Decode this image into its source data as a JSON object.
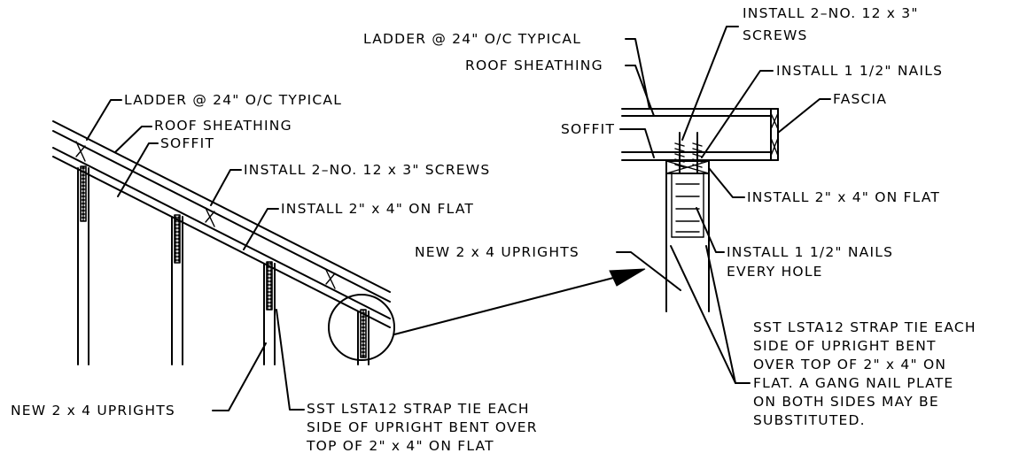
{
  "left_detail": {
    "ladder": "LADDER @ 24\" O/C TYPICAL",
    "roof_sheathing": "ROOF SHEATHING",
    "soffit": "SOFFIT",
    "screws": "INSTALL 2–NO. 12 x 3\" SCREWS",
    "flat": "INSTALL 2\" x 4\" ON FLAT",
    "uprights": "NEW 2 x 4 UPRIGHTS",
    "strap_lines": [
      "SST LSTA12 STRAP TIE EACH",
      "SIDE OF UPRIGHT BENT OVER",
      "TOP OF 2\" x 4\" ON FLAT"
    ]
  },
  "right_detail": {
    "screws_lines": [
      "INSTALL 2–NO. 12 x 3\"",
      "SCREWS"
    ],
    "ladder": "LADDER @ 24\" O/C TYPICAL",
    "roof_sheathing": "ROOF SHEATHING",
    "nails_top": "INSTALL 1 1/2\" NAILS",
    "fascia": "FASCIA",
    "soffit": "SOFFIT",
    "flat": "INSTALL 2\" x 4\" ON FLAT",
    "uprights": "NEW 2 x 4 UPRIGHTS",
    "nails_every_lines": [
      "INSTALL 1 1/2\" NAILS",
      "EVERY HOLE"
    ],
    "strap_lines": [
      "SST LSTA12 STRAP TIE EACH",
      "SIDE OF UPRIGHT BENT",
      "OVER TOP OF 2\" x 4\" ON",
      "FLAT. A GANG NAIL PLATE",
      "ON BOTH SIDES MAY BE",
      "SUBSTITUTED."
    ]
  }
}
